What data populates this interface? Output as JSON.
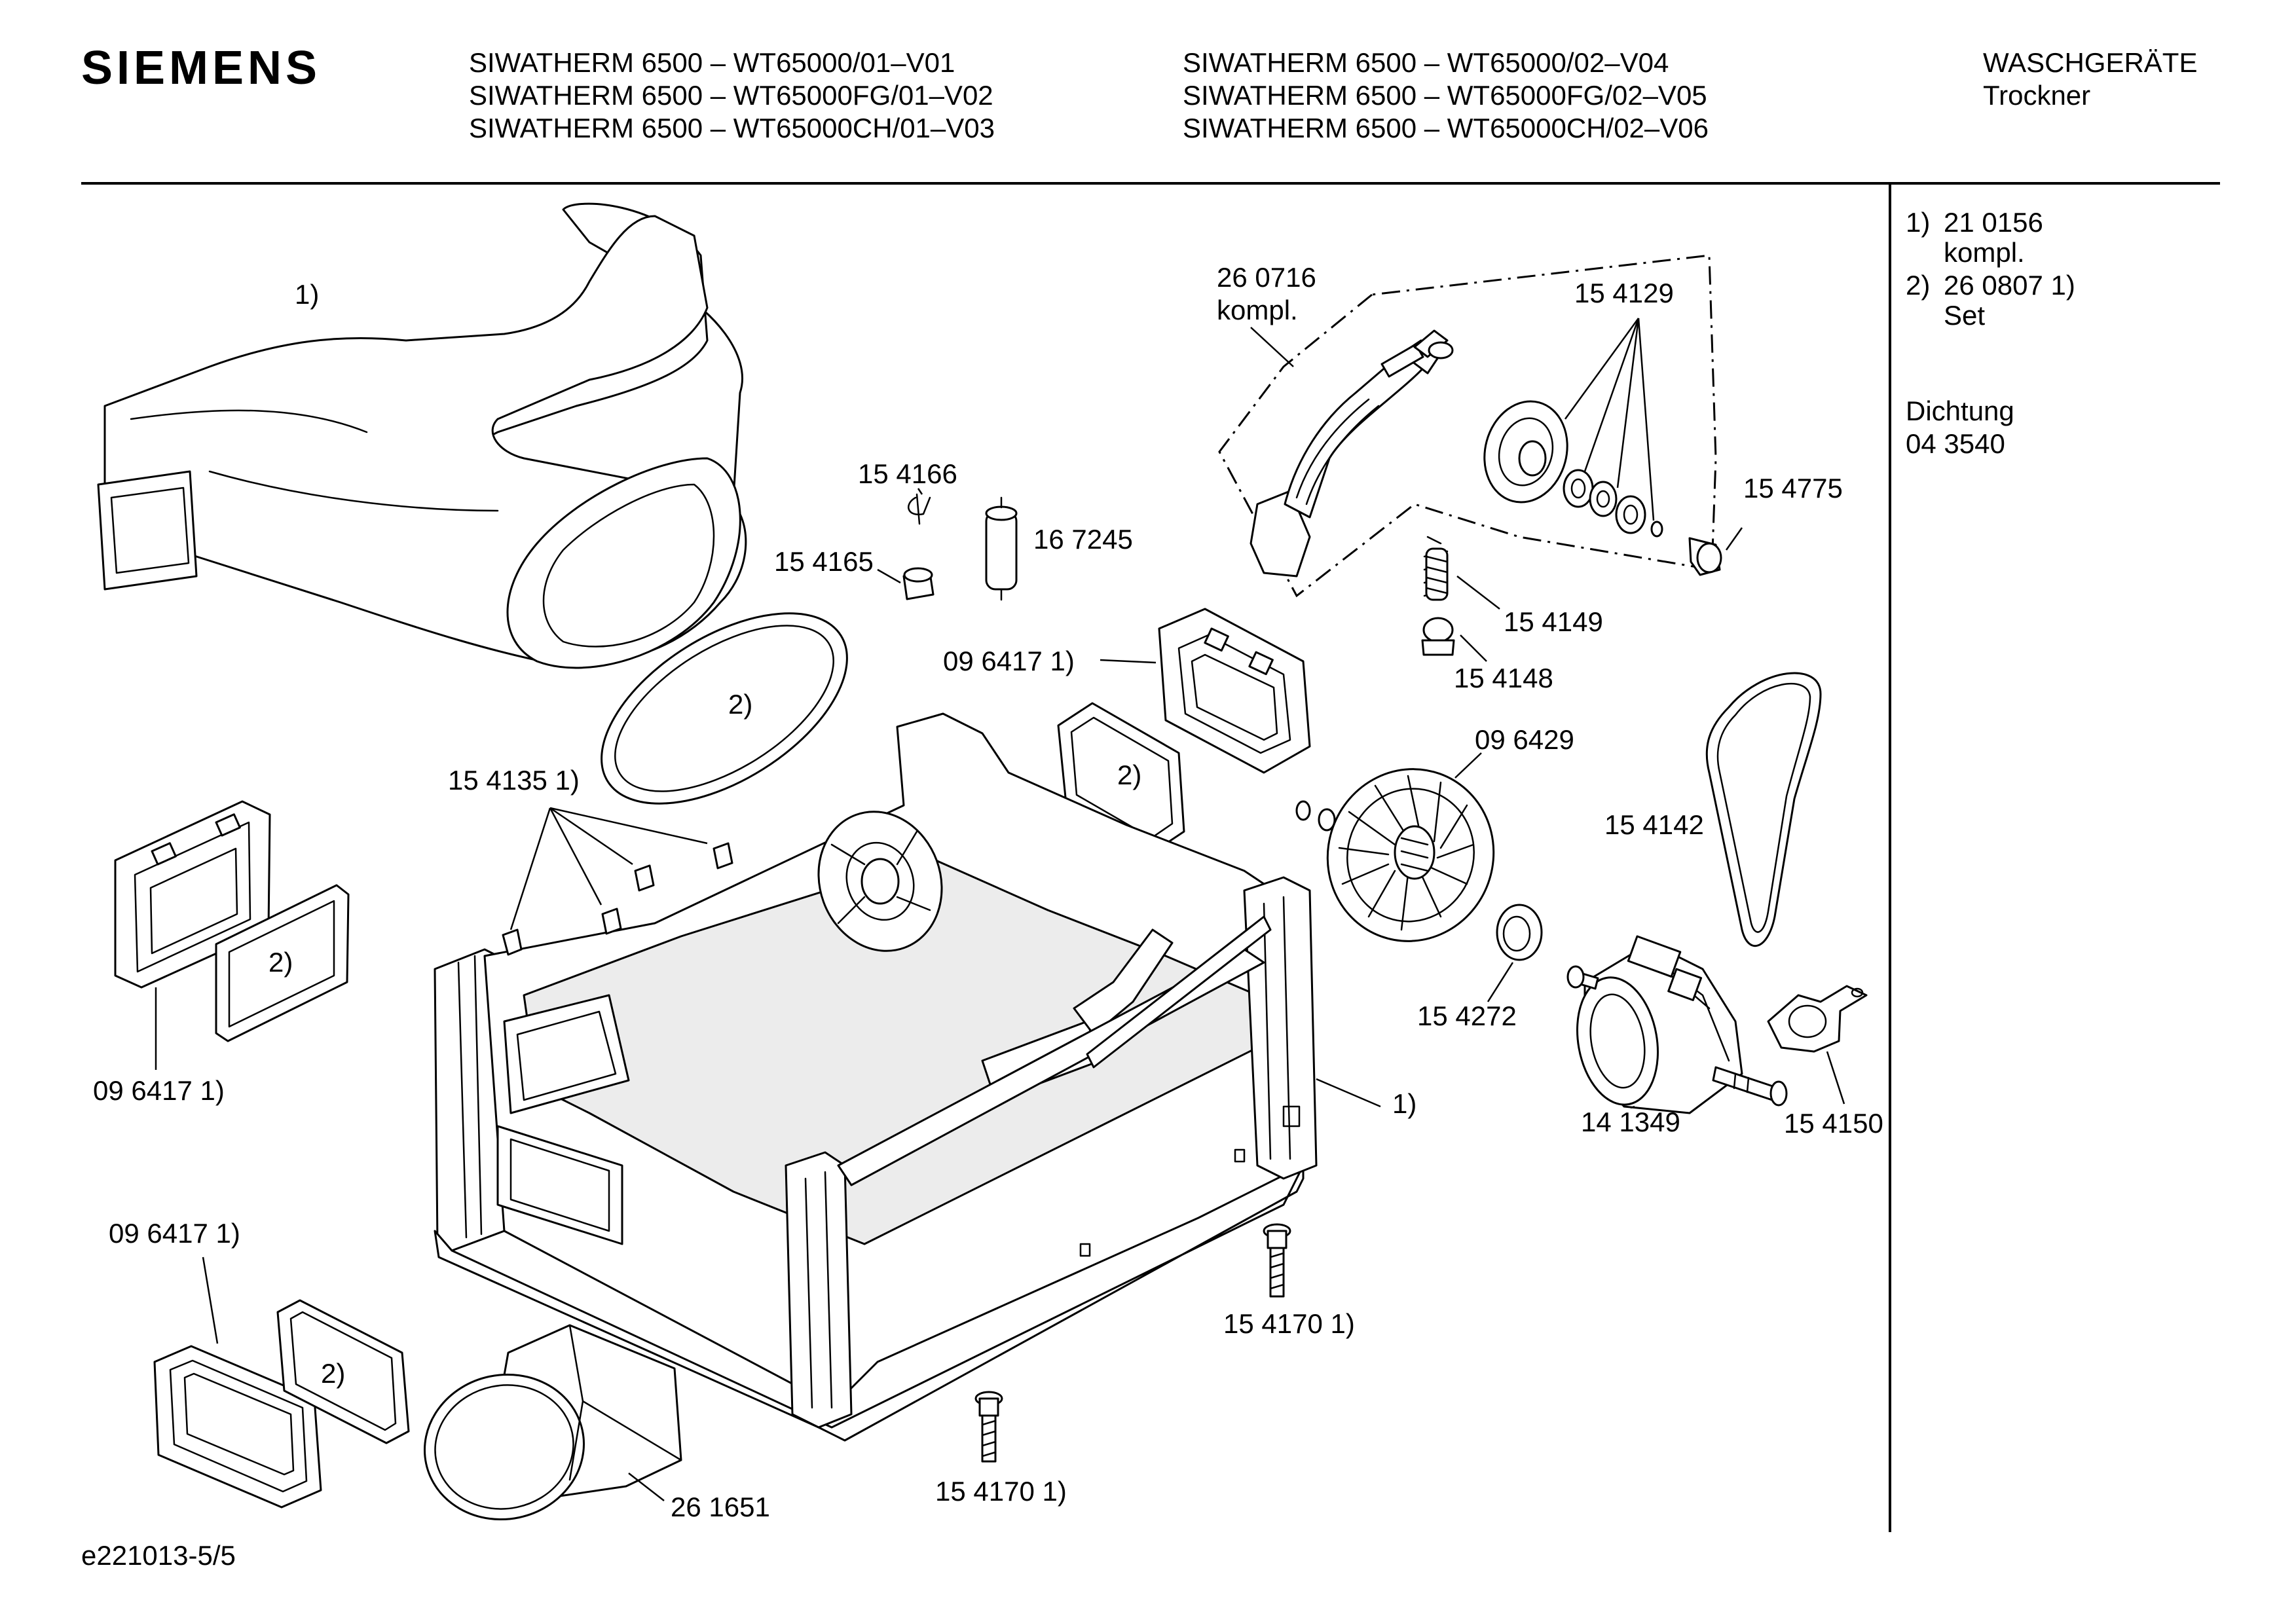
{
  "header": {
    "brand": "SIEMENS",
    "models_left": [
      "SIWATHERM 6500 – WT65000/01–V01",
      "SIWATHERM 6500 – WT65000FG/01–V02",
      "SIWATHERM 6500 – WT65000CH/01–V03"
    ],
    "models_right": [
      "SIWATHERM 6500 – WT65000/02–V04",
      "SIWATHERM 6500 – WT65000FG/02–V05",
      "SIWATHERM 6500 – WT65000CH/02–V06"
    ],
    "category": "WASCHGERÄTE",
    "subcategory": "Trockner"
  },
  "notes": {
    "n1_num": "1)",
    "n1_val": "21 0156",
    "n1_sub": "kompl.",
    "n2_num": "2)",
    "n2_val": "26 0807 1)",
    "n2_sub": "Set",
    "seal_title": "Dichtung",
    "seal_value": "04 3540"
  },
  "labels": {
    "duct_ref": "1)",
    "housing_ref": "1)",
    "seal_ref": "2)",
    "motor_arm_kit": "26 0716",
    "motor_arm_kompl": "kompl.",
    "pulley_bearings": "15 4129",
    "cap": "15 4775",
    "spring": "15 4149",
    "spring_holder": "15 4148",
    "sensor": "15 4166",
    "grommet": "15 4165",
    "capacitor": "16 7245",
    "flange_top": "09 6417 1)",
    "flange_left": "09 6417 1)",
    "flange_bottom": "09 6417 1)",
    "fan": "09 6429",
    "clips": "15 4135 1)",
    "belt": "15 4142",
    "fan_seal": "15 4272",
    "motor": "14 1349",
    "motor_bracket": "15 4150",
    "screw_right": "15 4170 1)",
    "screw_bottom": "15 4170 1)",
    "adapter": "26 1651"
  },
  "footer": {
    "drawing_id": "e221013-5/5"
  }
}
